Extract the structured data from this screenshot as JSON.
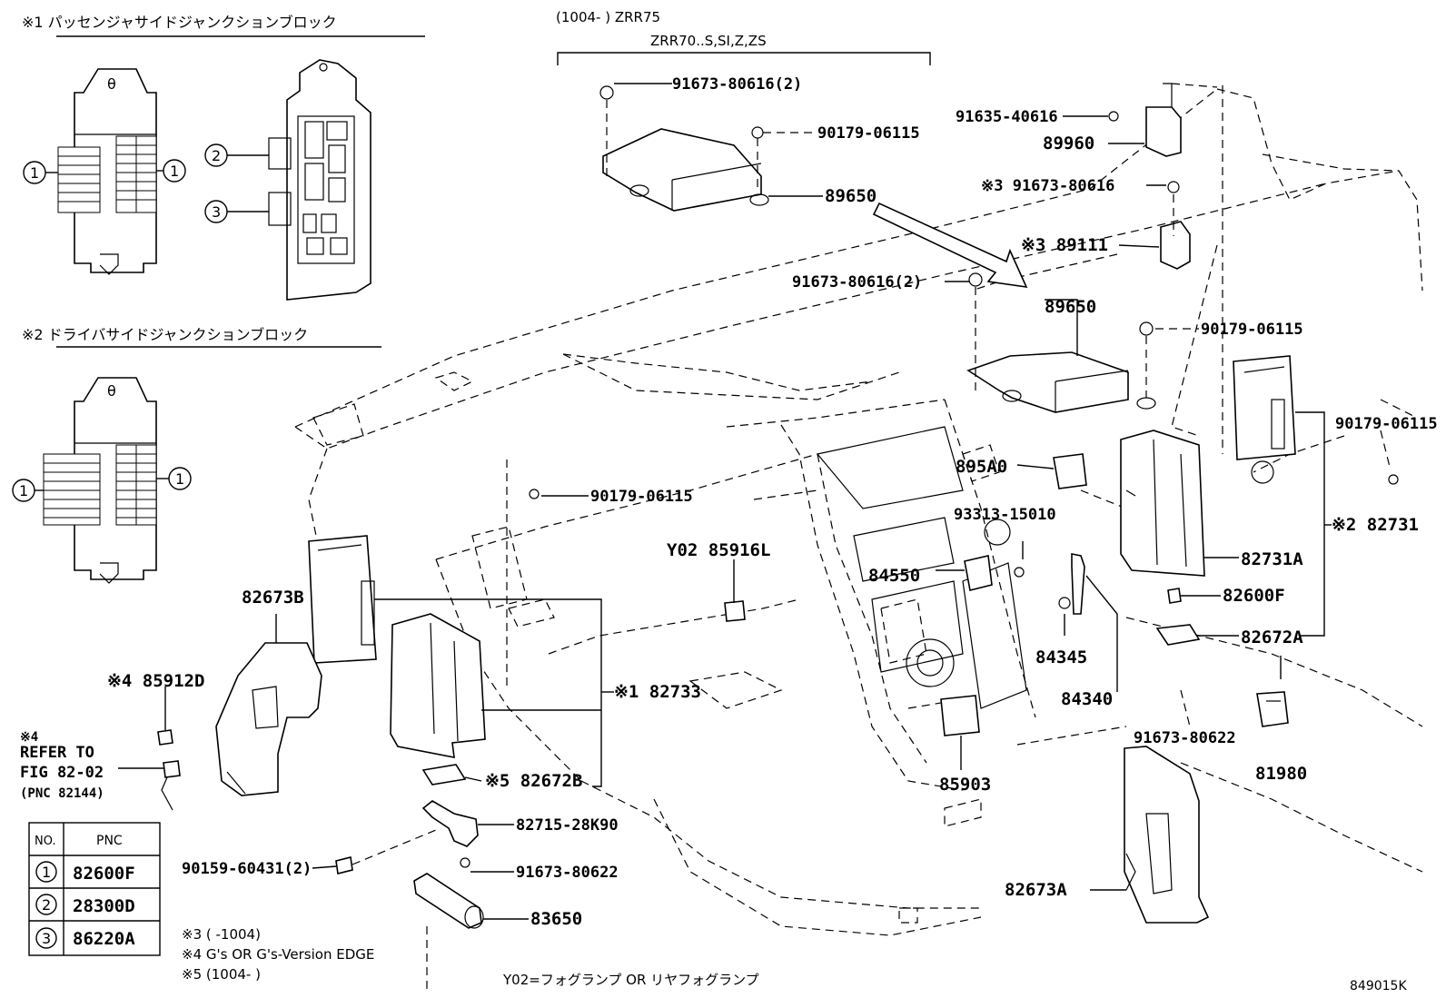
{
  "headers": {
    "passenger_jb": "※1  パッセンジャサイドジャンクションブロック",
    "driver_jb": "※2  ドライバサイドジャンクションブロック",
    "model_range": "(1004-        ) ZRR75",
    "model_sub": "ZRR70..S,SI,Z,ZS"
  },
  "callouts": {
    "c1": "1",
    "c2": "2",
    "c3": "3"
  },
  "labels": {
    "l_91673_80616_2_top": "91673-80616(2)",
    "l_90179_06115_top": "90179-06115",
    "l_89650_top": "89650",
    "l_91635_40616": "91635-40616",
    "l_89960": "89960",
    "l_x3_91673_80616": "※3 91673-80616",
    "l_x3_89111": "※3 89111",
    "l_91673_80616_2_mid": "91673-80616(2)",
    "l_89650_mid": "89650",
    "l_90179_06115_mid": "90179-06115",
    "l_90179_06115_right": "90179-06115",
    "l_895A0": "895A0",
    "l_93313_15010": "93313-15010",
    "l_84550": "84550",
    "l_x2_82731": "※2 82731",
    "l_82731A": "82731A",
    "l_82600F": "82600F",
    "l_82672A": "82672A",
    "l_84345": "84345",
    "l_84340": "84340",
    "l_91673_80622_right": "91673-80622",
    "l_81980": "81980",
    "l_85903": "85903",
    "l_82673A": "82673A",
    "l_90179_06115_left": "90179-06115",
    "l_Y02_85916L": "Y02 85916L",
    "l_82673B": "82673B",
    "l_x1_82733": "※1 82733",
    "l_x4_85912D": "※4 85912D",
    "l_x5_82672B": "※5 82672B",
    "l_82715_28K90": "82715-28K90",
    "l_90159_60431_2": "90159-60431(2)",
    "l_91673_80622_left": "91673-80622",
    "l_83650": "83650"
  },
  "refer": {
    "x4": "※4",
    "line1": "REFER TO",
    "line2": "FIG 82-02",
    "line3": "(PNC 82144)"
  },
  "table": {
    "col_no": "NO.",
    "col_pnc": "PNC",
    "rows": [
      {
        "no": "1",
        "pnc": "82600F"
      },
      {
        "no": "2",
        "pnc": "28300D"
      },
      {
        "no": "3",
        "pnc": "86220A"
      }
    ]
  },
  "notes": {
    "n3": "※3 (        -1004)",
    "n4": "※4  G's OR G's-Version EDGE",
    "n5": "※5 (1004-        )",
    "y02": "Y02=フォグランプ OR リヤフォグランプ",
    "fig_id": "849015K"
  }
}
